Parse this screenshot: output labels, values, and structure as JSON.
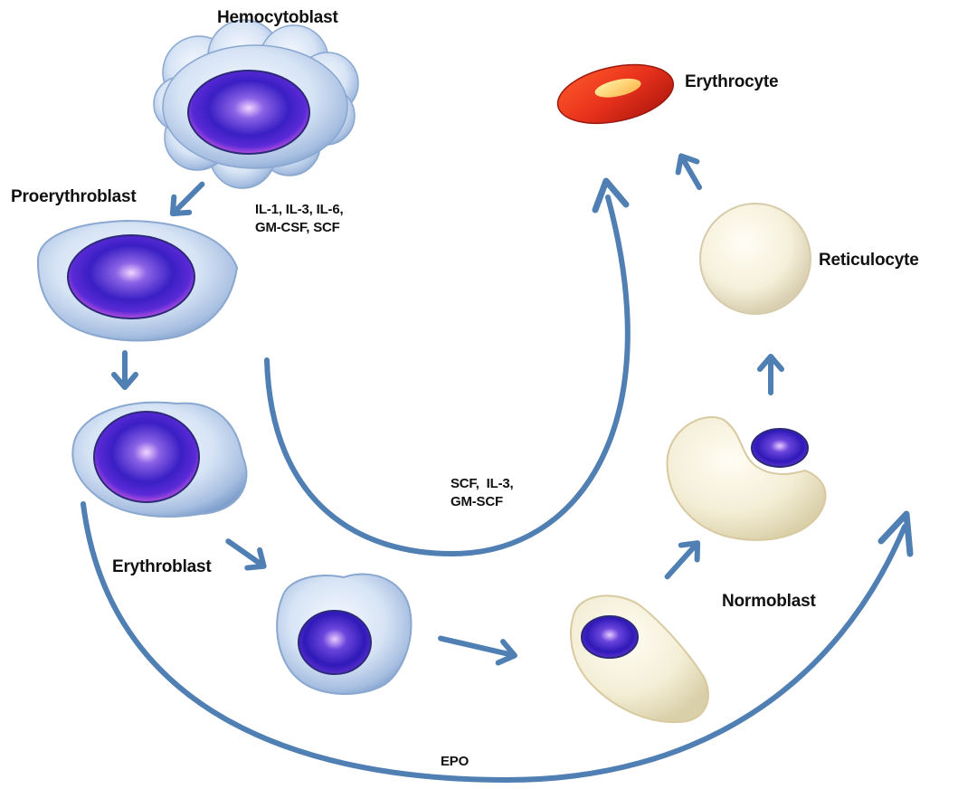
{
  "stages": {
    "hemocytoblast": "Hemocytoblast",
    "proerythroblast": "Proerythroblast",
    "erythroblast": "Erythroblast",
    "normoblast": "Normoblast",
    "reticulocyte": "Reticulocyte",
    "erythrocyte": "Erythrocyte"
  },
  "factors": {
    "early": "IL-1, IL-3, IL-6,\nGM-CSF, SCF",
    "middle": "SCF,  IL-3,\nGM-SCF",
    "late": "EPO"
  },
  "colors": {
    "arrow": "#4f7fb3",
    "arrow_dark": "#2c5a8c",
    "nucleus": "#4a2bd0",
    "nucleus_rim": "#b64fe0",
    "cell_blue": "#c9daf0",
    "cell_cream": "#f2ebcf",
    "erythrocyte": "#e8321c"
  }
}
